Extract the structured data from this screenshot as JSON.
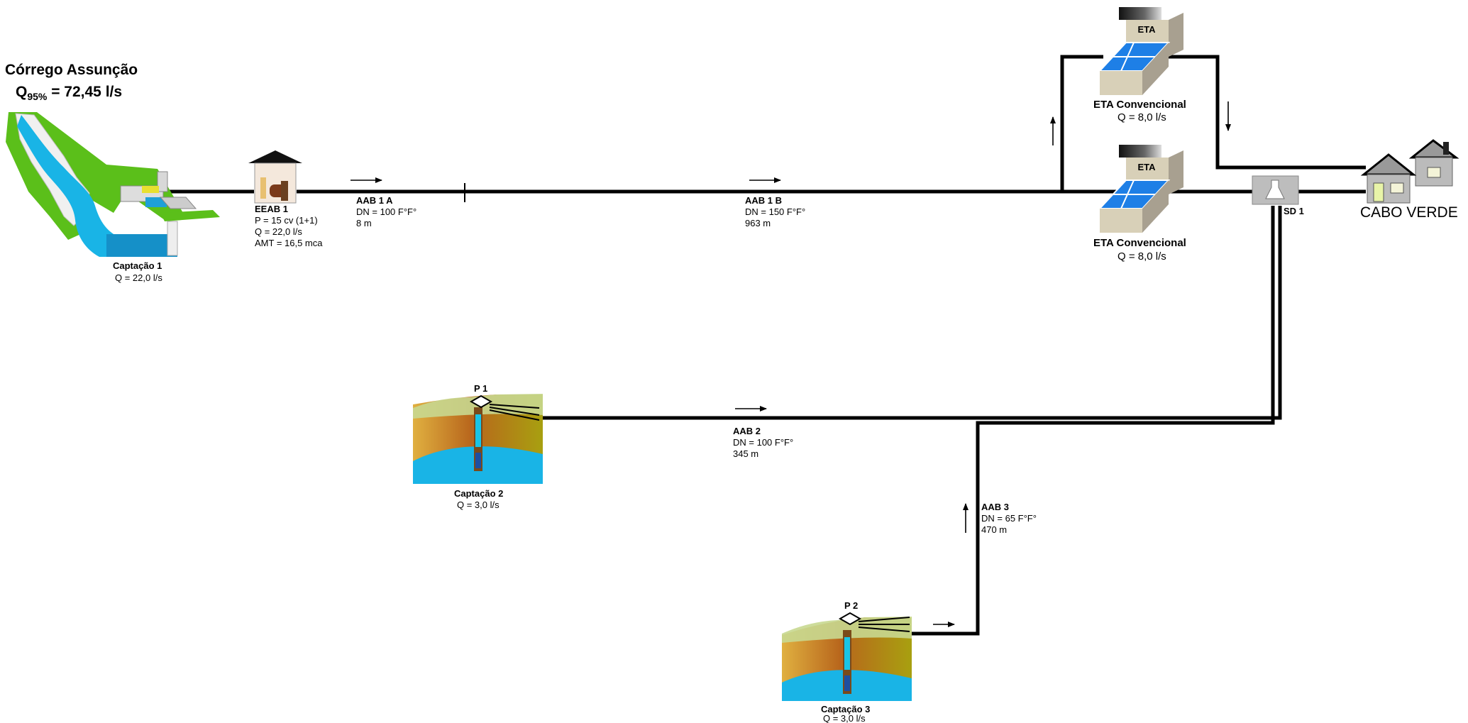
{
  "source": {
    "name": "Córrego Assunção",
    "q_symbol": "Q",
    "q_sub": "95%",
    "q_value": " = 72,45 l/s"
  },
  "captacao1": {
    "title": "Captação 1",
    "flow": "Q = 22,0 l/s"
  },
  "eeab1": {
    "title": "EEAB 1",
    "power": "P = 15 cv (1+1)",
    "flow": "Q = 22,0 l/s",
    "amt": "AMT = 16,5 mca"
  },
  "aab1a": {
    "title": "AAB 1 A",
    "dn": "DN = 100 F°F°",
    "length": "8 m"
  },
  "aab1b": {
    "title": "AAB 1 B",
    "dn": "DN = 150 F°F°",
    "length": "963 m"
  },
  "eta_top": {
    "sign": "ETA",
    "title": "ETA Convencional",
    "flow": "Q = 8,0 l/s"
  },
  "eta_bottom": {
    "sign": "ETA",
    "title": "ETA Convencional",
    "flow": "Q = 8,0 l/s"
  },
  "sd1": {
    "title": "SD 1"
  },
  "city": {
    "name": "CABO VERDE"
  },
  "p1": {
    "title": "P 1"
  },
  "captacao2": {
    "title": "Captação 2",
    "flow": "Q = 3,0 l/s"
  },
  "aab2": {
    "title": "AAB 2",
    "dn": "DN = 100 F°F°",
    "length": "345 m"
  },
  "aab3": {
    "title": "AAB 3",
    "dn": "DN = 65 F°F°",
    "length": "470 m"
  },
  "p2": {
    "title": "P 2"
  },
  "captacao3": {
    "title": "Captação 3",
    "flow": "Q = 3,0 l/s"
  },
  "colors": {
    "water": "#19b4e6",
    "grass": "#5bbf1a",
    "soil": "#c9882a",
    "eta_blue": "#1e7fe6",
    "pipe": "#000000"
  }
}
